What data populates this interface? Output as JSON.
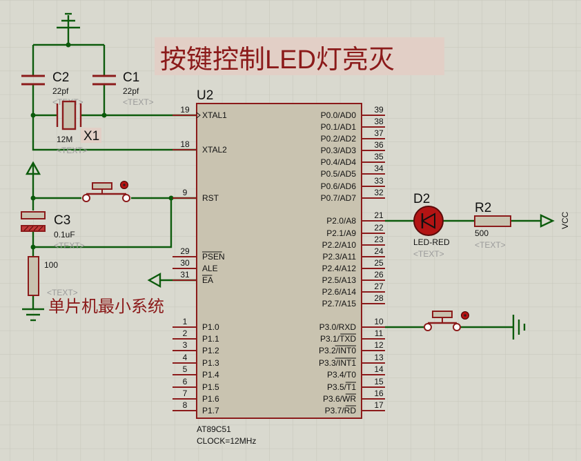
{
  "title": "按键控制LED灯亮灭",
  "subtitle": "单片机最小系统",
  "colors": {
    "background": "#d9d9cf",
    "grid": "#c5c5ba",
    "wire": "#0b5a0b",
    "component": "#8b1a1a",
    "chip_fill": "#c9c3b0",
    "title_text": "#8b1a1a",
    "title_bg": "#e2cfc6",
    "led_body": "#b31414"
  },
  "chip": {
    "ref": "U2",
    "part": "AT89C51",
    "clock": "CLOCK=12MHz",
    "left_pins": [
      {
        "num": "19",
        "name": "XTAL1"
      },
      {
        "num": "18",
        "name": "XTAL2"
      },
      {
        "num": "9",
        "name": "RST"
      },
      {
        "num": "29",
        "name": "PSEN"
      },
      {
        "num": "30",
        "name": "ALE"
      },
      {
        "num": "31",
        "name": "EA"
      },
      {
        "num": "1",
        "name": "P1.0"
      },
      {
        "num": "2",
        "name": "P1.1"
      },
      {
        "num": "3",
        "name": "P1.2"
      },
      {
        "num": "4",
        "name": "P1.3"
      },
      {
        "num": "5",
        "name": "P1.4"
      },
      {
        "num": "6",
        "name": "P1.5"
      },
      {
        "num": "7",
        "name": "P1.6"
      },
      {
        "num": "8",
        "name": "P1.7"
      }
    ],
    "right_pins": [
      {
        "num": "39",
        "name": "P0.0/AD0"
      },
      {
        "num": "38",
        "name": "P0.1/AD1"
      },
      {
        "num": "37",
        "name": "P0.2/AD2"
      },
      {
        "num": "36",
        "name": "P0.3/AD3"
      },
      {
        "num": "35",
        "name": "P0.4/AD4"
      },
      {
        "num": "34",
        "name": "P0.5/AD5"
      },
      {
        "num": "33",
        "name": "P0.6/AD6"
      },
      {
        "num": "32",
        "name": "P0.7/AD7"
      },
      {
        "num": "21",
        "name": "P2.0/A8"
      },
      {
        "num": "22",
        "name": "P2.1/A9"
      },
      {
        "num": "23",
        "name": "P2.2/A10"
      },
      {
        "num": "24",
        "name": "P2.3/A11"
      },
      {
        "num": "25",
        "name": "P2.4/A12"
      },
      {
        "num": "26",
        "name": "P2.5/A13"
      },
      {
        "num": "27",
        "name": "P2.6/A14"
      },
      {
        "num": "28",
        "name": "P2.7/A15"
      },
      {
        "num": "10",
        "name": "P3.0/RXD"
      },
      {
        "num": "11",
        "name": "P3.1/TXD"
      },
      {
        "num": "12",
        "name": "P3.2/INT0"
      },
      {
        "num": "13",
        "name": "P3.3/INT1"
      },
      {
        "num": "14",
        "name": "P3.4/T0"
      },
      {
        "num": "15",
        "name": "P3.5/T1"
      },
      {
        "num": "16",
        "name": "P3.6/WR"
      },
      {
        "num": "17",
        "name": "P3.7/RD"
      }
    ]
  },
  "components": {
    "c1": {
      "ref": "C1",
      "value": "22pf",
      "text": "<TEXT>"
    },
    "c2": {
      "ref": "C2",
      "value": "22pf",
      "text": "<TEXT>"
    },
    "c3": {
      "ref": "C3",
      "value": "0.1uF",
      "text": "<TEXT>"
    },
    "x1": {
      "ref": "X1",
      "value": "12M",
      "text": "<TEXT>"
    },
    "r_reset": {
      "value": "100",
      "text": "<TEXT>"
    },
    "d2": {
      "ref": "D2",
      "value": "LED-RED",
      "text": "<TEXT>"
    },
    "r2": {
      "ref": "R2",
      "value": "500",
      "text": "<TEXT>"
    },
    "vcc": {
      "label": "VCC"
    }
  }
}
